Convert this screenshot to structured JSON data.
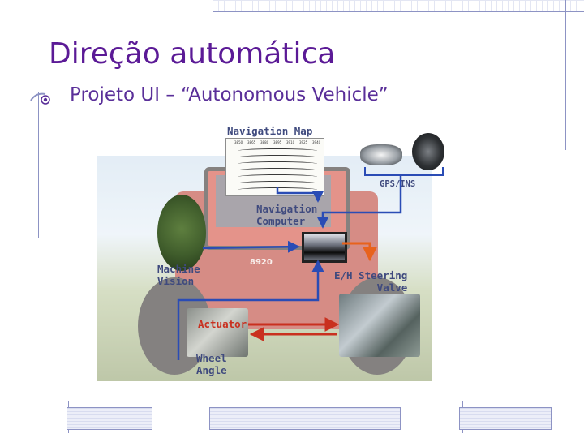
{
  "slide": {
    "title": "Direção automática",
    "bullet": "Projeto UI – “Autonomous Vehicle”"
  },
  "diagram": {
    "navigation_map": "Navigation Map",
    "gps_ins": "GPS/INS",
    "navigation_computer": "Navigation\nComputer",
    "machine_vision": "Machine\nVision",
    "eh_steering_valve": "E/H Steering\nValve",
    "actuator": "Actuator",
    "wheel_angle": "Wheel\nAngle",
    "tractor_model": "8920",
    "map_ticks": [
      "3850",
      "3865",
      "3880",
      "3895",
      "3910",
      "3925",
      "3940"
    ]
  },
  "colors": {
    "title": "#5b1a96",
    "bullet_text": "#5a2f99",
    "diagram_text": "#3f4a7e",
    "signal_blue": "#2a4cb5",
    "hydraulic_orange": "#e8621c",
    "actuator_red": "#c9301f",
    "frame": "#8d93c4"
  }
}
